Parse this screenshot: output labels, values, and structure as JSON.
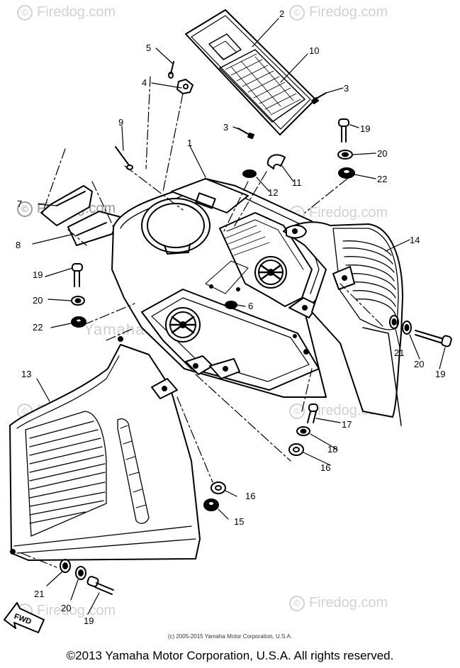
{
  "watermark": {
    "text": "Firedog.com",
    "symbol": "©"
  },
  "center_watermark": "Yamaha Motor Corp. U.S.A.",
  "callouts": {
    "c1": "1",
    "c2": "2",
    "c3a": "3",
    "c3b": "3",
    "c4": "4",
    "c5": "5",
    "c6": "6",
    "c7": "7",
    "c8": "8",
    "c9": "9",
    "c10": "10",
    "c11": "11",
    "c12": "12",
    "c13": "13",
    "c14": "14",
    "c15": "15",
    "c16a": "16",
    "c16b": "16",
    "c17": "17",
    "c18": "18",
    "c19a": "19",
    "c19b": "19",
    "c19c": "19",
    "c19d": "19",
    "c20a": "20",
    "c20b": "20",
    "c20c": "20",
    "c20d": "20",
    "c21a": "21",
    "c21b": "21",
    "c22a": "22",
    "c22b": "22"
  },
  "fwd_label": "FWD",
  "small_copyright": "(c) 2005-2015 Yamaha Motor Corporation, U.S.A.",
  "footer": "©2013 Yamaha Motor Corporation, U.S.A. All rights reserved."
}
